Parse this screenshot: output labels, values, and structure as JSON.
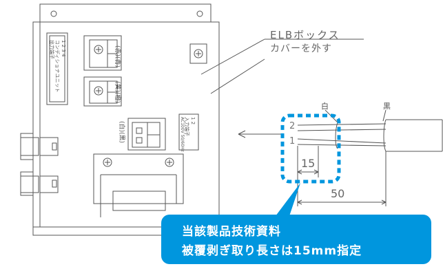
{
  "elb_box": {
    "line1": "ELBボックス",
    "line2": "カバーを外す"
  },
  "terminals": {
    "top": {
      "wire_colors": "(赤)(青)"
    },
    "middle": {
      "wire_colors": "(黄)(橙)"
    },
    "bottom": {
      "wire_colors": "(白)(黒)"
    }
  },
  "panel_labels": {
    "left_terminal_numbers": "1  2  3  4",
    "left_terminal_title": "コンディショナユニット",
    "left_terminal_sub": "出力端子",
    "small_terminal_numbers": "1  2",
    "small_terminal_text": "AC100V 50/60Hz",
    "small_terminal_title": "入力端子"
  },
  "wire_detail": {
    "white_label": "白",
    "black_label": "黒",
    "wire_1": "1",
    "wire_2": "2",
    "strip_length": "15",
    "total_length": "50"
  },
  "callout": {
    "line1": "当該製品技術資料",
    "line2": "被覆剥ぎ取り長さは15mm指定"
  },
  "colors": {
    "drawing_line": "#555555",
    "highlight_blue": "#0096de",
    "callout_text": "#ffffff"
  }
}
